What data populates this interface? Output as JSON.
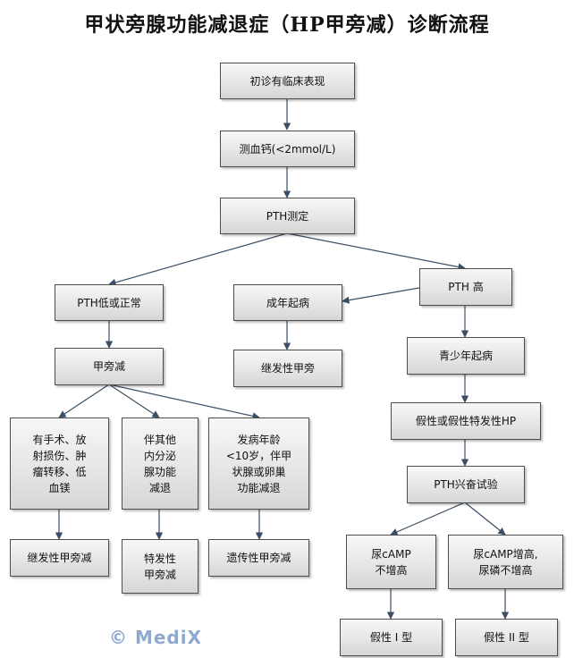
{
  "title": "甲状旁腺功能减退症（HP甲旁减）诊断流程",
  "nodes": {
    "initial": "初诊有临床表现",
    "calcium": "测血钙(<2mmol/L)",
    "pth": "PTH测定",
    "pth_low": "PTH低或正常",
    "pth_high": "PTH 高",
    "adult_onset": "成年起病",
    "hypopara": "甲旁减",
    "secondary_adult": "继发性甲旁",
    "youth_onset": "青少年起病",
    "pseudo": "假性或假性特发性HP",
    "cause_surgery": "有手术、放\n射损伤、肿\n瘤转移、低\n血镁",
    "cause_endocrine": "伴其他\n内分泌\n腺功能\n减退",
    "cause_family": "发病年龄\n<10岁，伴甲\n状腺或卵巢\n功能减退",
    "secondary": "继发性甲旁减",
    "idiopathic": "特发性\n甲旁减",
    "hereditary": "遗传性甲旁减",
    "pth_stim": "PTH兴奋试验",
    "camp_no": "尿cAMP\n不增高",
    "camp_yes": "尿cAMP增高,\n尿磷不增高",
    "type1": "假性 I 型",
    "type2": "假性 II 型"
  },
  "watermark": "© MediX"
}
